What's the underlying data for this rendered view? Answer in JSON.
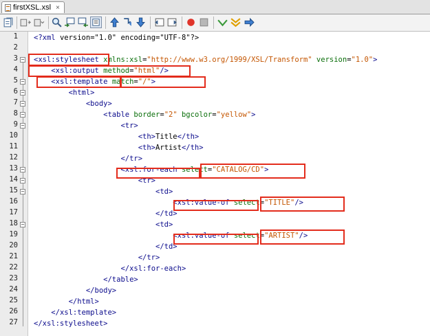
{
  "tab": {
    "title": "firstXSL.xsl",
    "close_glyph": "×"
  },
  "toolbar": {
    "icons": [
      "source-history-icon",
      "back-icon",
      "forward-icon",
      "find-icon",
      "find-previous-icon",
      "find-next-icon",
      "toggle-highlight-icon",
      "previous-bookmark-icon",
      "next-bookmark-icon",
      "toggle-bookmark-icon",
      "shift-left-icon",
      "shift-right-icon",
      "record-macro-icon",
      "stop-macro-icon",
      "check-xml-icon",
      "validate-xml-icon",
      "xsl-transform-icon"
    ]
  },
  "colors": {
    "tag": "#0b0b8c",
    "attr": "#0a6e0a",
    "value": "#c45500",
    "highlight_box": "#e32b1b"
  },
  "editor": {
    "line_numbers": [
      "1",
      "2",
      "3",
      "4",
      "5",
      "6",
      "7",
      "8",
      "9",
      "10",
      "11",
      "12",
      "13",
      "14",
      "15",
      "16",
      "17",
      "18",
      "19",
      "20",
      "21",
      "22",
      "23",
      "24",
      "25",
      "26",
      "27"
    ],
    "lines": [
      [
        {
          "c": "tag",
          "t": "<?xml "
        },
        {
          "c": "txt",
          "t": "version=\"1.0\" encoding=\"UTF-8\"?>"
        }
      ],
      [],
      [
        {
          "c": "tag",
          "t": "<xsl:stylesheet "
        },
        {
          "c": "attr",
          "t": "xmlns:xsl"
        },
        {
          "c": "txt",
          "t": "="
        },
        {
          "c": "val",
          "t": "\"http://www.w3.org/1999/XSL/Transform\""
        },
        {
          "c": "attr",
          "t": " version"
        },
        {
          "c": "txt",
          "t": "="
        },
        {
          "c": "val",
          "t": "\"1.0\""
        },
        {
          "c": "tag",
          "t": ">"
        }
      ],
      [
        {
          "c": "txt",
          "t": "    "
        },
        {
          "c": "tag",
          "t": "<xsl:output "
        },
        {
          "c": "attr",
          "t": "method"
        },
        {
          "c": "txt",
          "t": "="
        },
        {
          "c": "val",
          "t": "\"html\""
        },
        {
          "c": "tag",
          "t": "/>"
        }
      ],
      [
        {
          "c": "txt",
          "t": "    "
        },
        {
          "c": "tag",
          "t": "<xsl:template "
        },
        {
          "c": "attr",
          "t": "match"
        },
        {
          "c": "txt",
          "t": "="
        },
        {
          "c": "val",
          "t": "\"/\""
        },
        {
          "c": "tag",
          "t": ">"
        }
      ],
      [
        {
          "c": "txt",
          "t": "        "
        },
        {
          "c": "tag",
          "t": "<html>"
        }
      ],
      [
        {
          "c": "txt",
          "t": "            "
        },
        {
          "c": "tag",
          "t": "<body>"
        }
      ],
      [
        {
          "c": "txt",
          "t": "                "
        },
        {
          "c": "tag",
          "t": "<table "
        },
        {
          "c": "attr",
          "t": "border"
        },
        {
          "c": "txt",
          "t": "="
        },
        {
          "c": "val",
          "t": "\"2\""
        },
        {
          "c": "attr",
          "t": " bgcolor"
        },
        {
          "c": "txt",
          "t": "="
        },
        {
          "c": "val",
          "t": "\"yellow\""
        },
        {
          "c": "tag",
          "t": ">"
        }
      ],
      [
        {
          "c": "txt",
          "t": "                    "
        },
        {
          "c": "tag",
          "t": "<tr>"
        }
      ],
      [
        {
          "c": "txt",
          "t": "                        "
        },
        {
          "c": "tag",
          "t": "<th>"
        },
        {
          "c": "txt",
          "t": "Title"
        },
        {
          "c": "tag",
          "t": "</th>"
        }
      ],
      [
        {
          "c": "txt",
          "t": "                        "
        },
        {
          "c": "tag",
          "t": "<th>"
        },
        {
          "c": "txt",
          "t": "Artist"
        },
        {
          "c": "tag",
          "t": "</th>"
        }
      ],
      [
        {
          "c": "txt",
          "t": "                    "
        },
        {
          "c": "tag",
          "t": "</tr>"
        }
      ],
      [
        {
          "c": "txt",
          "t": "                    "
        },
        {
          "c": "tag",
          "t": "<xsl:for-each "
        },
        {
          "c": "attr",
          "t": "select"
        },
        {
          "c": "txt",
          "t": "="
        },
        {
          "c": "val",
          "t": "\"CATALOG/CD\""
        },
        {
          "c": "tag",
          "t": ">"
        }
      ],
      [
        {
          "c": "txt",
          "t": "                        "
        },
        {
          "c": "tag",
          "t": "<tr>"
        }
      ],
      [
        {
          "c": "txt",
          "t": "                            "
        },
        {
          "c": "tag",
          "t": "<td>"
        }
      ],
      [
        {
          "c": "txt",
          "t": "                                "
        },
        {
          "c": "tag",
          "t": "<xsl:value-of "
        },
        {
          "c": "attr",
          "t": "select"
        },
        {
          "c": "txt",
          "t": "="
        },
        {
          "c": "val",
          "t": "\"TITLE\""
        },
        {
          "c": "tag",
          "t": "/>"
        }
      ],
      [
        {
          "c": "txt",
          "t": "                            "
        },
        {
          "c": "tag",
          "t": "</td>"
        }
      ],
      [
        {
          "c": "txt",
          "t": "                            "
        },
        {
          "c": "tag",
          "t": "<td>"
        }
      ],
      [
        {
          "c": "txt",
          "t": "                                "
        },
        {
          "c": "tag",
          "t": "<xsl:value-of "
        },
        {
          "c": "attr",
          "t": "select"
        },
        {
          "c": "txt",
          "t": "="
        },
        {
          "c": "val",
          "t": "\"ARTIST\""
        },
        {
          "c": "tag",
          "t": "/>"
        }
      ],
      [
        {
          "c": "txt",
          "t": "                            "
        },
        {
          "c": "tag",
          "t": "</td>"
        }
      ],
      [
        {
          "c": "txt",
          "t": "                        "
        },
        {
          "c": "tag",
          "t": "</tr>"
        }
      ],
      [
        {
          "c": "txt",
          "t": "                    "
        },
        {
          "c": "tag",
          "t": "</xsl:for-each>"
        }
      ],
      [
        {
          "c": "txt",
          "t": "                "
        },
        {
          "c": "tag",
          "t": "</table>"
        }
      ],
      [
        {
          "c": "txt",
          "t": "            "
        },
        {
          "c": "tag",
          "t": "</body>"
        }
      ],
      [
        {
          "c": "txt",
          "t": "        "
        },
        {
          "c": "tag",
          "t": "</html>"
        }
      ],
      [
        {
          "c": "txt",
          "t": "    "
        },
        {
          "c": "tag",
          "t": "</xsl:template>"
        }
      ],
      [
        {
          "c": "tag",
          "t": "</xsl:stylesheet>"
        }
      ]
    ]
  }
}
